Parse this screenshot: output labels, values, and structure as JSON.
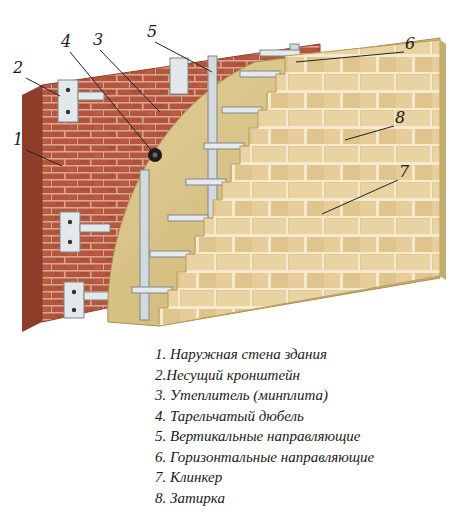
{
  "diagram": {
    "labels": [
      "5",
      "4",
      "3",
      "6",
      "2",
      "8",
      "1",
      "7",
      "1. Наружная стена здания",
      "2.Несущий кронштейн",
      "3. Утеплитель (минплита)",
      "4. Тарельчатый дюбель",
      "5. Вертикальные направляющие",
      "6. Горизонтальные направляющие",
      "7. Клинкер",
      "8. Затирка"
    ]
  }
}
